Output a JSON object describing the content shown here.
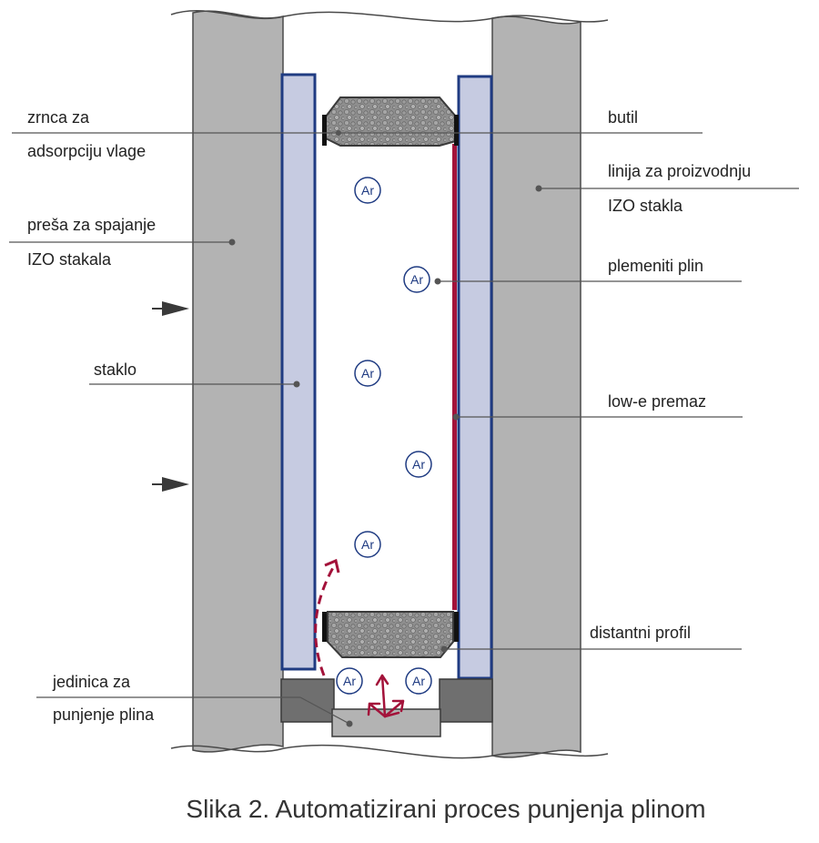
{
  "labels": {
    "zrnca_line1": "zrnca za",
    "zrnca_line2": "adsorpciju vlage",
    "presa_line1": "preša za spajanje",
    "presa_line2": "IZO stakala",
    "staklo": "staklo",
    "jedinica_line1": "jedinica za",
    "jedinica_line2": "punjenje plina",
    "butil": "butil",
    "linija_line1": "linija za proizvodnju",
    "linija_line2": "IZO stakla",
    "plemeniti": "plemeniti plin",
    "lowe": "low-e premaz",
    "distantni": "distantni profil"
  },
  "gas_symbol": "Ar",
  "caption": "Slika 2. Automatizirani proces punjenja plinom",
  "colors": {
    "press": "#b3b3b3",
    "glass": "#c6cbe1",
    "glass_border": "#1f3b82",
    "lowe_coating": "#a3123a",
    "arrows": "#a3123a",
    "dark_block": "#6f6f6f",
    "line": "#555555"
  }
}
